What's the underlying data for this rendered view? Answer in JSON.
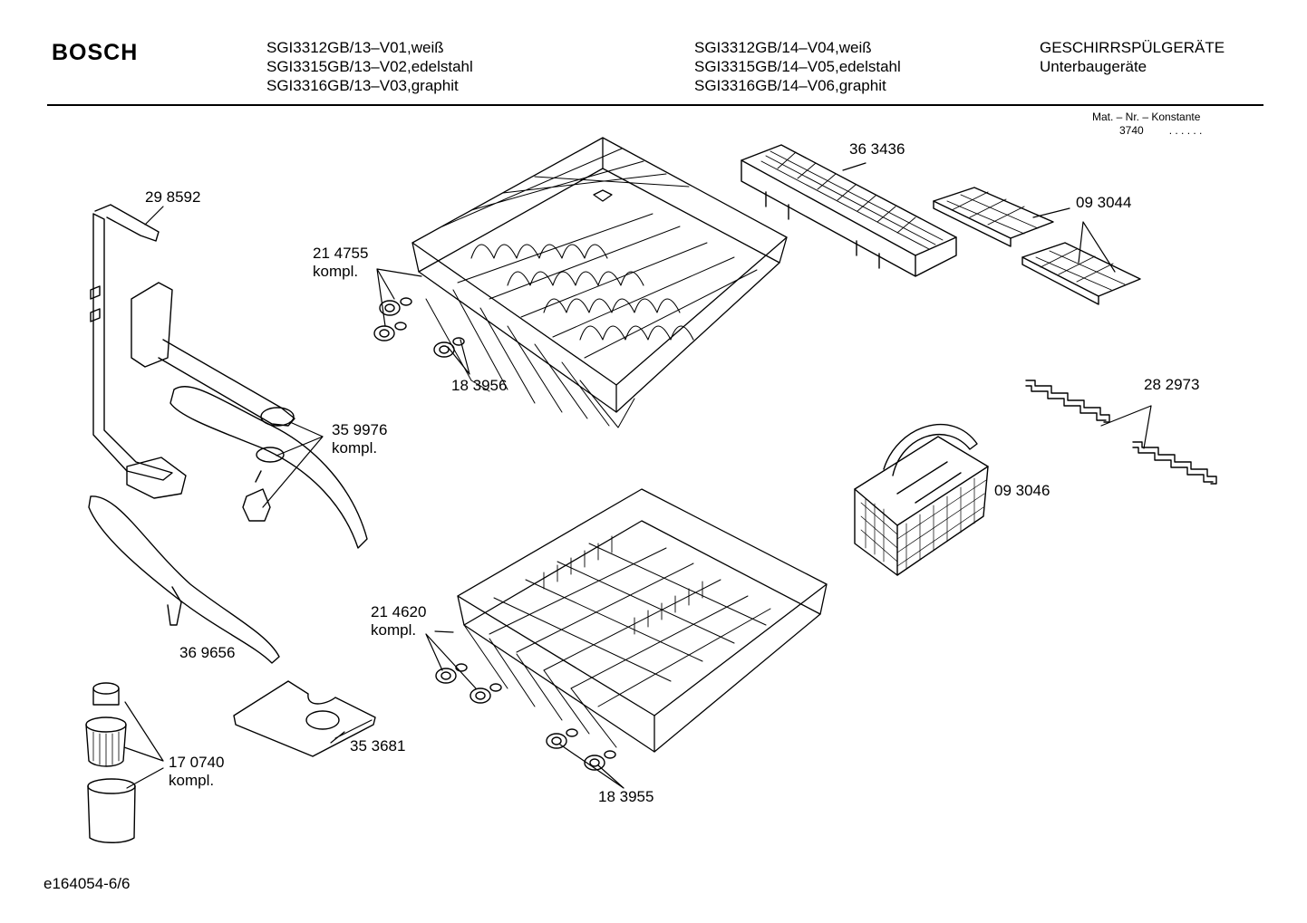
{
  "header": {
    "brand": "BOSCH",
    "models_left": [
      "SGI3312GB/13–V01,weiß",
      "SGI3315GB/13–V02,edelstahl",
      "SGI3316GB/13–V03,graphit"
    ],
    "models_right": [
      "SGI3312GB/14–V04,weiß",
      "SGI3315GB/14–V05,edelstahl",
      "SGI3316GB/14–V06,graphit"
    ],
    "category": "GESCHIRRSPÜLGERÄTE",
    "subcategory": "Unterbaugeräte",
    "mat_label": "Mat. – Nr. – Konstante",
    "mat_value": "3740",
    "mat_dots": ". . . . . ."
  },
  "parts": [
    {
      "id": "p298592",
      "number": "29 8592"
    },
    {
      "id": "p214755",
      "number": "21 4755",
      "note": "kompl."
    },
    {
      "id": "p183956",
      "number": "18 3956"
    },
    {
      "id": "p363436",
      "number": "36 3436"
    },
    {
      "id": "p093044",
      "number": "09 3044"
    },
    {
      "id": "p359976",
      "number": "35 9976",
      "note": "kompl."
    },
    {
      "id": "p282973",
      "number": "28 2973"
    },
    {
      "id": "p093046",
      "number": "09 3046"
    },
    {
      "id": "p369656",
      "number": "36 9656"
    },
    {
      "id": "p214620",
      "number": "21 4620",
      "note": "kompl."
    },
    {
      "id": "p353681",
      "number": "35 3681"
    },
    {
      "id": "p170740",
      "number": "17 0740",
      "note": "kompl."
    },
    {
      "id": "p183955",
      "number": "18 3955"
    }
  ],
  "footer": {
    "doc_id": "e164054-6/6"
  }
}
